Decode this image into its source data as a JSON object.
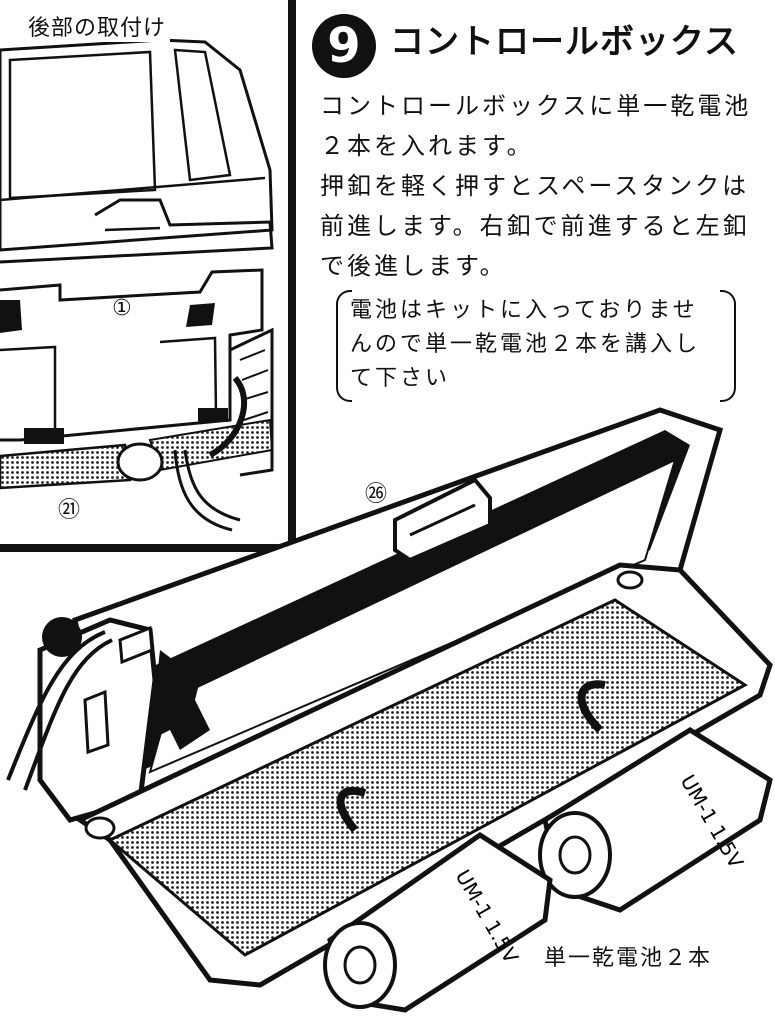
{
  "inset": {
    "caption": "後部の取付け",
    "callouts": {
      "part_1": "①",
      "part_21": "㉑"
    }
  },
  "step": {
    "number": "9",
    "title": "コントロールボックス"
  },
  "instructions": {
    "paragraph_1": "コントロールボックスに単一乾電池２本を入れます。",
    "paragraph_2": "押釦を軽く押すとスペースタンクは前進します。右釦で前進すると左釦で後進します。",
    "note": "電池はキットに入っておりませんので単一乾電池２本を講入して下さい"
  },
  "drawing": {
    "part_26": "㉖",
    "battery_marking_1": "UM-1 1.5V",
    "battery_marking_2": "UM-1 1.5V",
    "battery_caption": "単一乾電池２本"
  }
}
